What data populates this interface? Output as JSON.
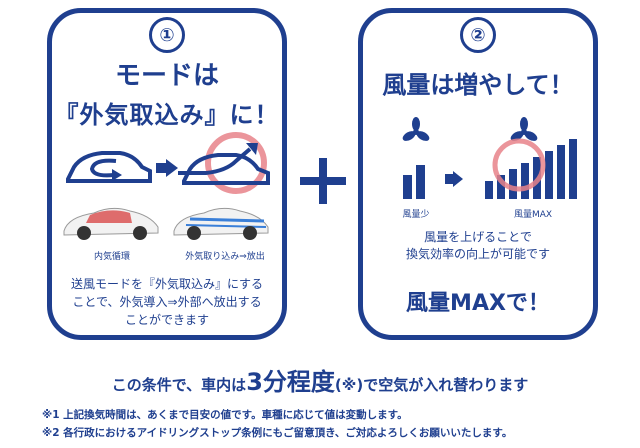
{
  "panel1": {
    "number": "①",
    "title_line1": "モードは",
    "title_line2": "『外気取込み』に！",
    "label_recirc": "内気循環",
    "label_fresh": "外気取り込み⇒放出",
    "description": [
      "送風モードを『外気取込み』にする",
      "ことで、外気導入⇒外部へ放出する",
      "ことができます"
    ]
  },
  "panel2": {
    "number": "②",
    "title": "風量は増やして！",
    "label_low": "風量少",
    "label_max": "風量MAX",
    "description": [
      "風量を上げることで",
      "換気効率の向上が可能です"
    ],
    "call_out": "風量MAXで！"
  },
  "conclusion": {
    "prefix": "この条件で、車内は",
    "emphasis": "3分程度",
    "mark": "(※)",
    "suffix": "で空気が入れ替わります"
  },
  "footnotes": [
    "※1 上記換気時間は、あくまで目安の値です。車種に応じて値は変動します。",
    "※2 各行政におけるアイドリングストップ条例にもご留意頂き、ご対応よろしくお願いいたします。"
  ],
  "colors": {
    "brand": "#1f3f8f",
    "highlight": "#e8838a"
  }
}
